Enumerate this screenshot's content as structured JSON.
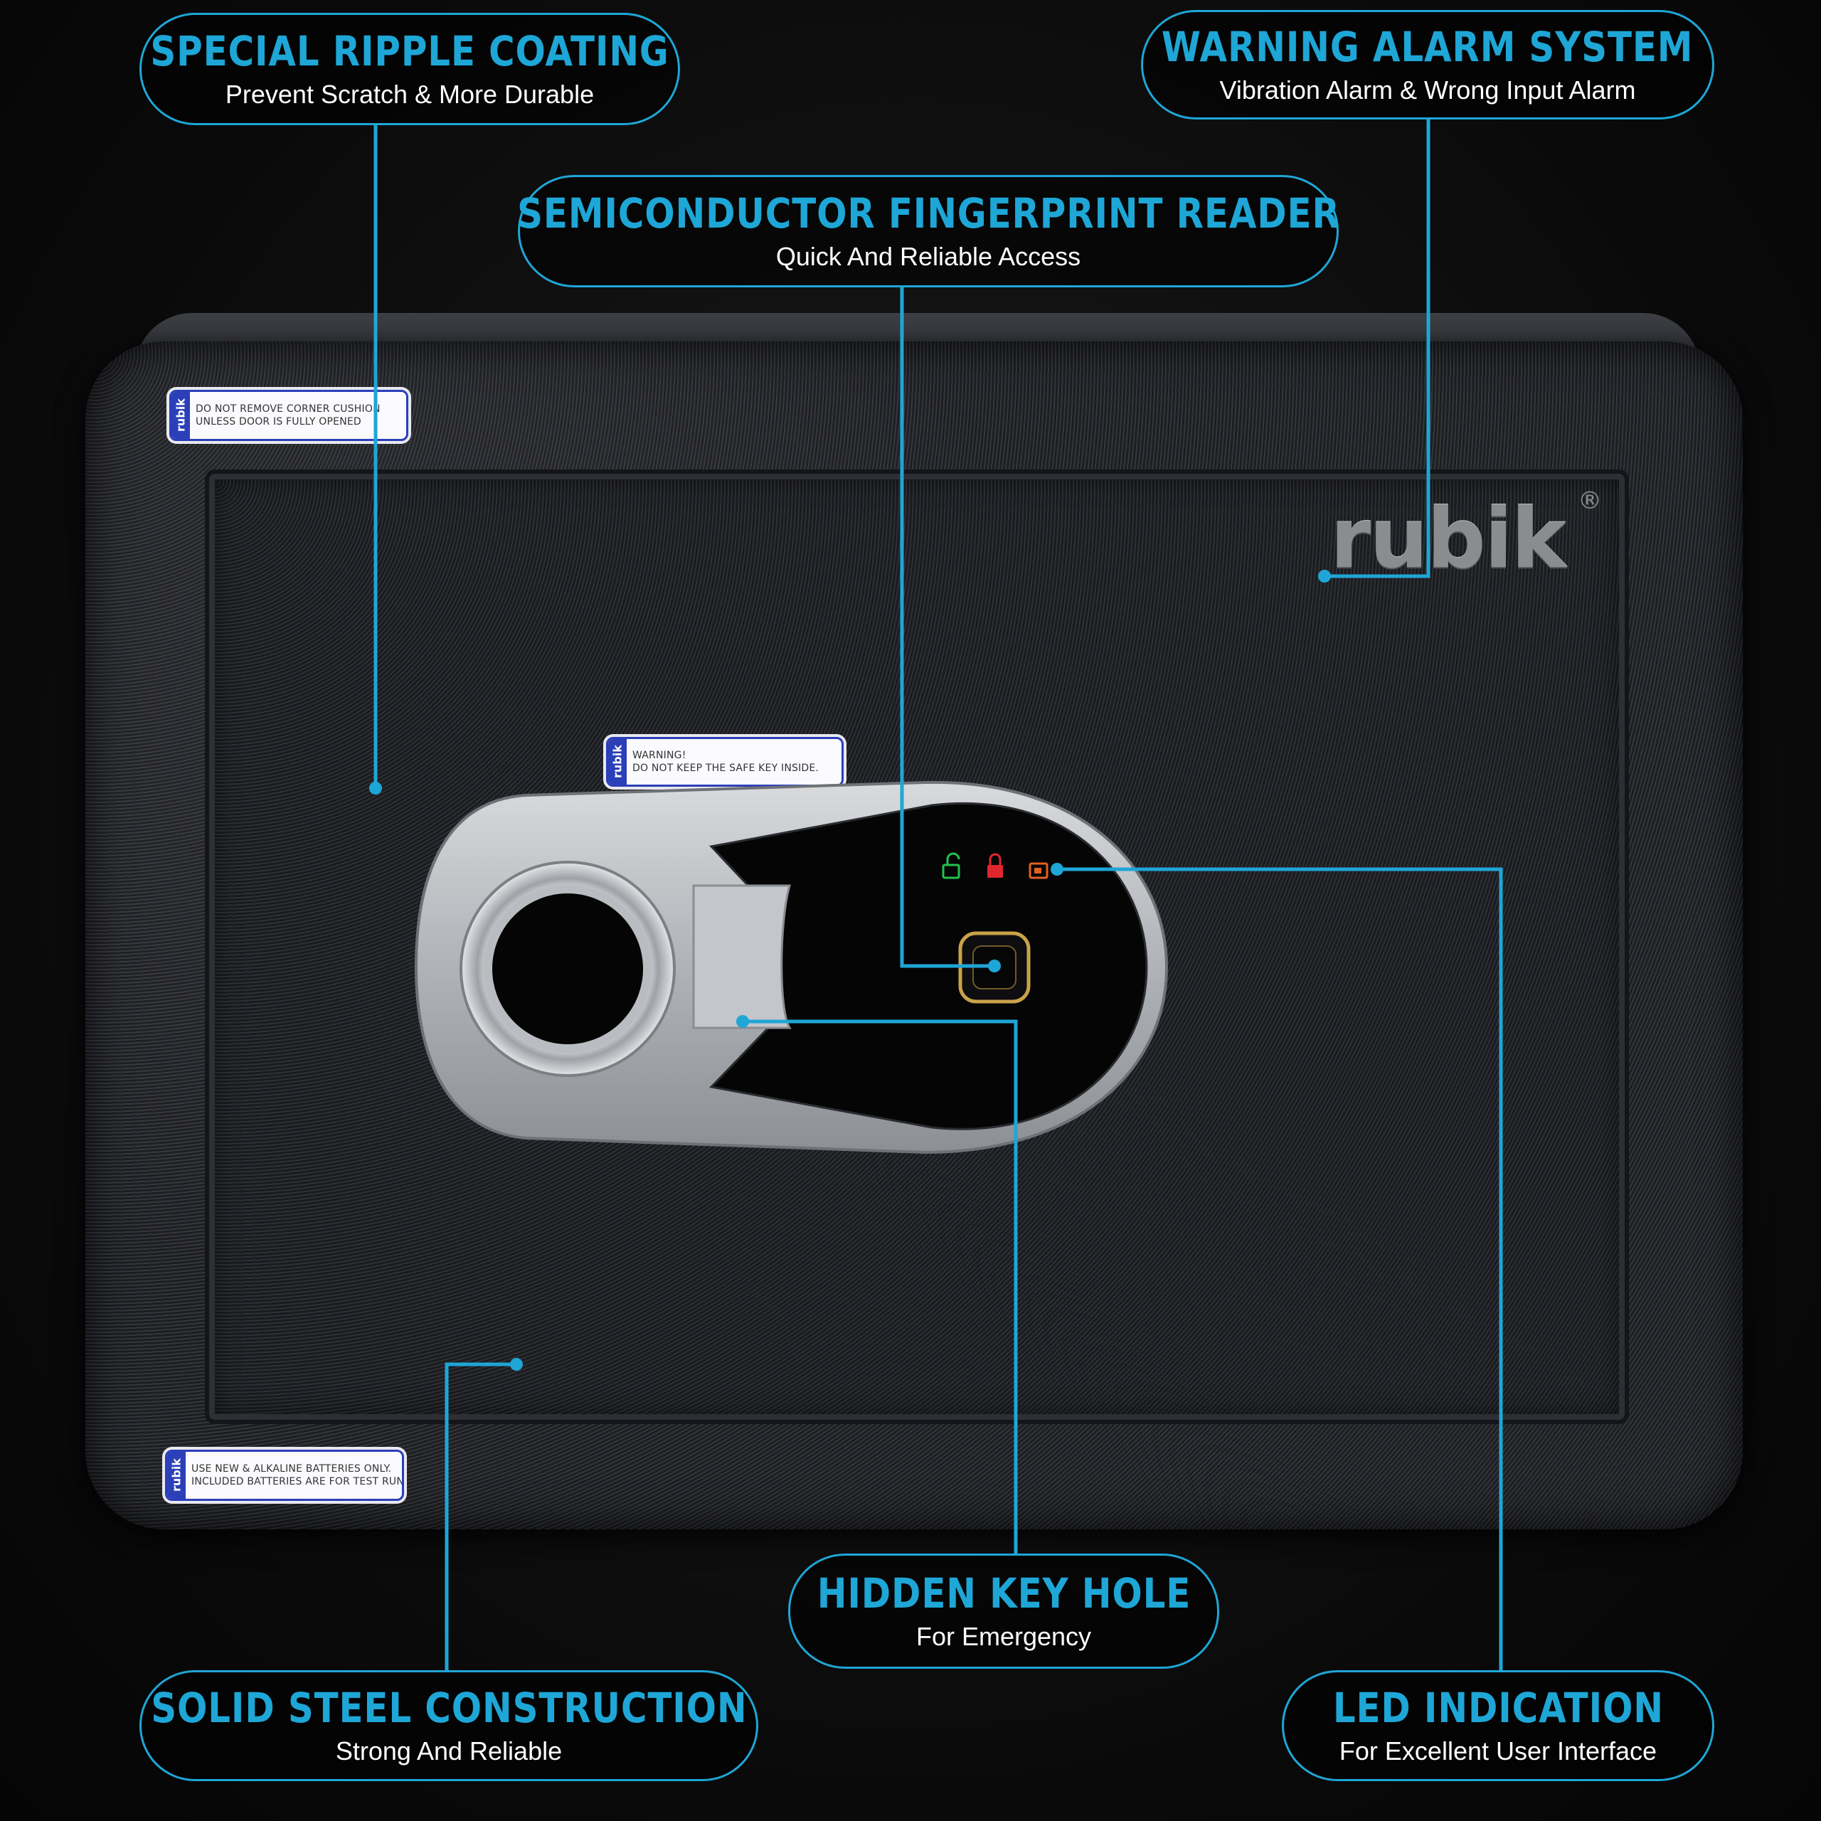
{
  "callouts": {
    "ripple_coating": {
      "title": "SPECIAL RIPPLE COATING",
      "subtitle": "Prevent Scratch & More Durable"
    },
    "alarm_system": {
      "title": "WARNING ALARM SYSTEM",
      "subtitle": "Vibration Alarm & Wrong Input Alarm"
    },
    "fingerprint_reader": {
      "title": "SEMICONDUCTOR FINGERPRINT READER",
      "subtitle": "Quick And Reliable Access"
    },
    "key_hole": {
      "title": "HIDDEN KEY HOLE",
      "subtitle": "For Emergency"
    },
    "steel_construction": {
      "title": "SOLID STEEL CONSTRUCTION",
      "subtitle": "Strong And Reliable"
    },
    "led_indication": {
      "title": "LED INDICATION",
      "subtitle": "For Excellent User Interface"
    }
  },
  "safe": {
    "brand": "rubik",
    "brand_mark": "®",
    "sticker_logo": "rubik",
    "sticker_corner": [
      "DO NOT REMOVE CORNER CUSHION",
      "UNLESS DOOR IS FULLY OPENED"
    ],
    "sticker_warning": [
      "WARNING!",
      "DO NOT KEEP THE SAFE KEY INSIDE."
    ],
    "sticker_batteries": [
      "USE NEW & ALKALINE BATTERIES ONLY.",
      "INCLUDED BATTERIES ARE FOR TEST RUN."
    ]
  },
  "icons": {
    "led_unlock": "unlock-icon",
    "led_lock": "lock-icon",
    "led_battery": "battery-icon",
    "fingerprint": "fingerprint-sensor-icon",
    "knob": "handle-knob-icon"
  },
  "colors": {
    "accent": "#1ea6d6",
    "led_green": "#22c24a",
    "led_red": "#e0262f",
    "led_orange": "#e0621e",
    "fingerprint_gold": "#c9a24a"
  }
}
